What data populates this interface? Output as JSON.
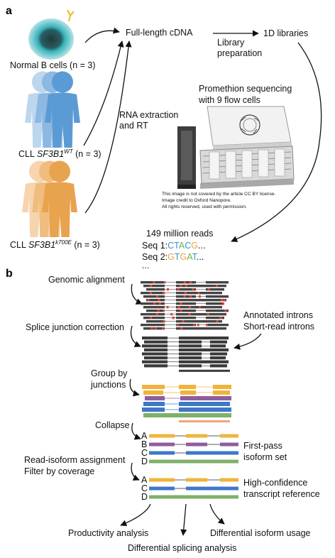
{
  "panel_labels": {
    "a": "a",
    "b": "b"
  },
  "panel_a": {
    "samples": {
      "normal": "Normal B cells (n = 3)",
      "cll_wt": {
        "prefix": "CLL ",
        "gene": "SF3B1",
        "sup": "WT",
        "suffix": " (n = 3)"
      },
      "cll_mut": {
        "prefix": "CLL ",
        "gene": "SF3B1",
        "sup": "k700E",
        "suffix": " (n = 3)"
      }
    },
    "rna_step": [
      "RNA extraction",
      "and RT"
    ],
    "cdna": "Full-length cDNA",
    "library_prep": [
      "Library",
      "preparation"
    ],
    "libraries": "1D libraries",
    "sequencing": [
      "Promethion sequencing",
      "with 9 flow cells"
    ],
    "credit": [
      "This image is not covered by the article CC BY license.",
      "Image credit to Oxford Nanopore.",
      "All rights reserved, used with permission."
    ],
    "reads_title": "149 million reads",
    "reads": [
      {
        "label": "Seq 1:",
        "bases": [
          "C",
          "T",
          "A",
          "C",
          "G"
        ],
        "tail": "..."
      },
      {
        "label": "Seq 2:",
        "bases": [
          "G",
          "T",
          "G",
          "A",
          "T"
        ],
        "tail": "..."
      }
    ],
    "reads_more": "...",
    "base_colors": {
      "A": "#6ab04c",
      "C": "#3b8fd8",
      "G": "#e8a33a",
      "T": "#3b8fd8"
    },
    "figure_colors": {
      "blue_person": "#5b9bd5",
      "orange_person": "#e8a34f",
      "cell_teal": "#2bb0b8"
    }
  },
  "panel_b": {
    "steps": {
      "genomic_alignment": "Genomic alignment",
      "splice_correction": "Splice junction correction",
      "annotated_introns": "Annotated introns",
      "short_read_introns": "Short-read introns",
      "group_by": [
        "Group by",
        "junctions"
      ],
      "collapse": "Collapse",
      "read_isoform": "Read-isoform assignment",
      "filter": "Filter by coverage",
      "first_pass": [
        "First-pass",
        "isoform set"
      ],
      "high_confidence": [
        "High-confidence",
        "transcript reference"
      ]
    },
    "isoforms_first": [
      "A",
      "B",
      "C",
      "D"
    ],
    "isoforms_final": [
      "A",
      "C",
      "D"
    ],
    "isoform_colors": {
      "A": "#f0b43c",
      "B": "#8c5e9c",
      "C": "#3e78c8",
      "D": "#7fb06a"
    },
    "analyses": {
      "productivity": "Productivity analysis",
      "differential_splicing": "Differential splicing analysis",
      "differential_isoform": "Differential isoform usage"
    }
  }
}
